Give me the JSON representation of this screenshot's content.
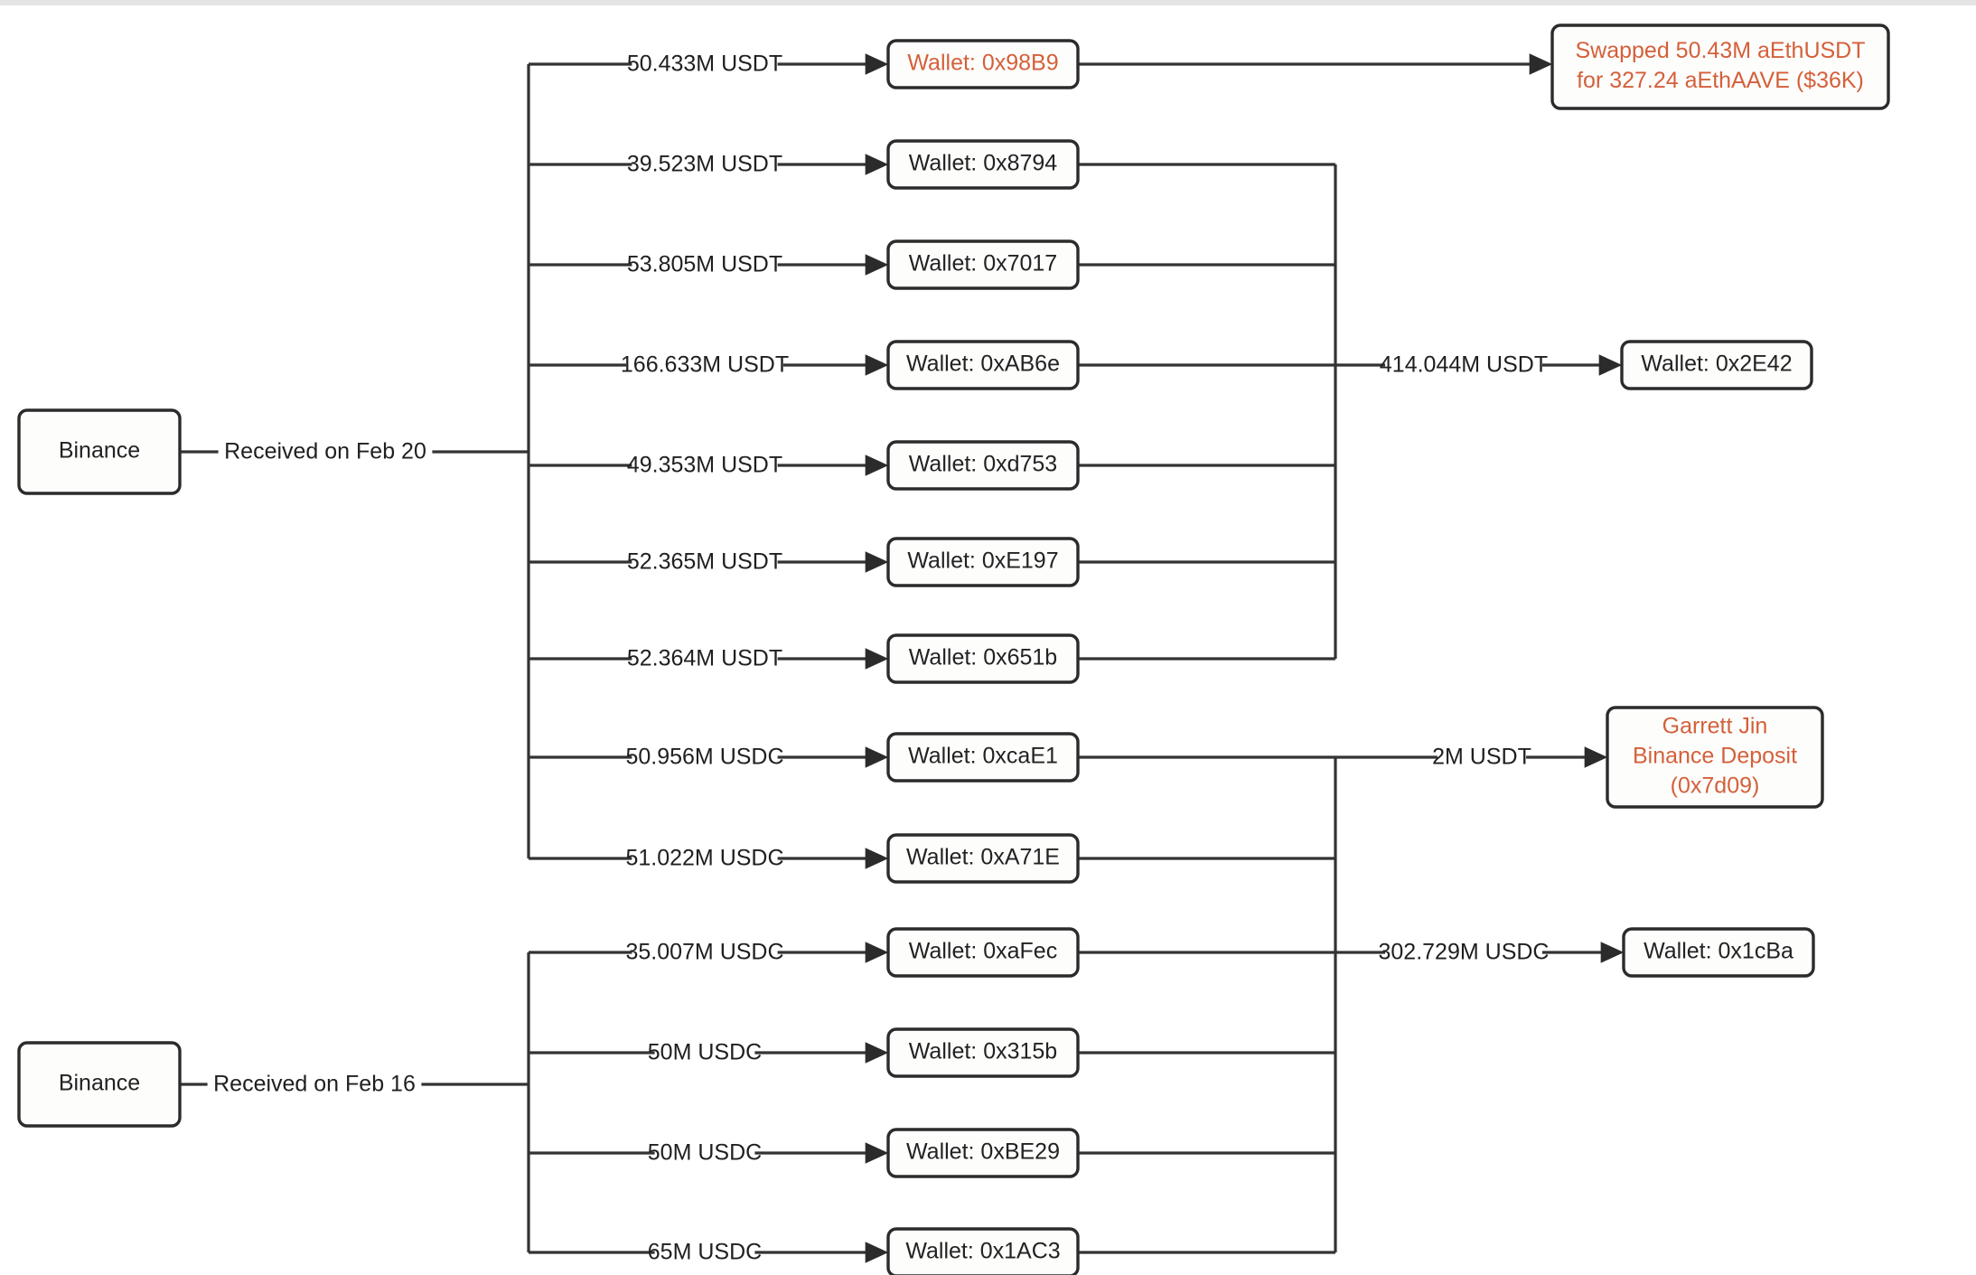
{
  "diagram": {
    "kind": "fund-flow-diagram",
    "accent_color": "#d4603a",
    "text_color": "#222222",
    "line_color": "#333333",
    "box_fill": "#fdfdfc",
    "sources": [
      {
        "id": "binance-feb20",
        "label": "Binance",
        "edge_label": "Received on Feb 20"
      },
      {
        "id": "binance-feb16",
        "label": "Binance",
        "edge_label": "Received on Feb 16"
      }
    ],
    "feb20_branches": [
      {
        "amount": "50.433M USDT",
        "wallet": "Wallet: 0x98B9",
        "accent": true
      },
      {
        "amount": "39.523M USDT",
        "wallet": "Wallet: 0x8794",
        "accent": false
      },
      {
        "amount": "53.805M USDT",
        "wallet": "Wallet: 0x7017",
        "accent": false
      },
      {
        "amount": "166.633M USDT",
        "wallet": "Wallet: 0xAB6e",
        "accent": false
      },
      {
        "amount": "49.353M USDT",
        "wallet": "Wallet: 0xd753",
        "accent": false
      },
      {
        "amount": "52.365M USDT",
        "wallet": "Wallet: 0xE197",
        "accent": false
      },
      {
        "amount": "52.364M USDT",
        "wallet": "Wallet: 0x651b",
        "accent": false
      },
      {
        "amount": "50.956M USDC",
        "wallet": "Wallet: 0xcaE1",
        "accent": false
      },
      {
        "amount": "51.022M USDC",
        "wallet": "Wallet: 0xA71E",
        "accent": false
      }
    ],
    "feb16_branches": [
      {
        "amount": "35.007M USDC",
        "wallet": "Wallet: 0xaFec",
        "accent": false
      },
      {
        "amount": "50M USDC",
        "wallet": "Wallet: 0x315b",
        "accent": false
      },
      {
        "amount": "50M USDC",
        "wallet": "Wallet: 0xBE29",
        "accent": false
      },
      {
        "amount": "65M USDC",
        "wallet": "Wallet: 0x1AC3",
        "accent": false
      }
    ],
    "outputs": [
      {
        "id": "swap-aave",
        "edge_label": "",
        "lines": [
          "Swapped 50.43M aEthUSDT",
          "for 327.24 aEthAAVE ($36K)"
        ],
        "accent": true
      },
      {
        "id": "wallet-2e42",
        "edge_label": "414.044M USDT",
        "lines": [
          "Wallet: 0x2E42"
        ],
        "accent": false
      },
      {
        "id": "garrett-jin-deposit",
        "edge_label": "2M USDT",
        "lines": [
          "Garrett Jin",
          "Binance Deposit",
          "(0x7d09)"
        ],
        "accent": true
      },
      {
        "id": "wallet-1cba",
        "edge_label": "302.729M USDC",
        "lines": [
          "Wallet: 0x1cBa"
        ],
        "accent": false
      }
    ]
  }
}
